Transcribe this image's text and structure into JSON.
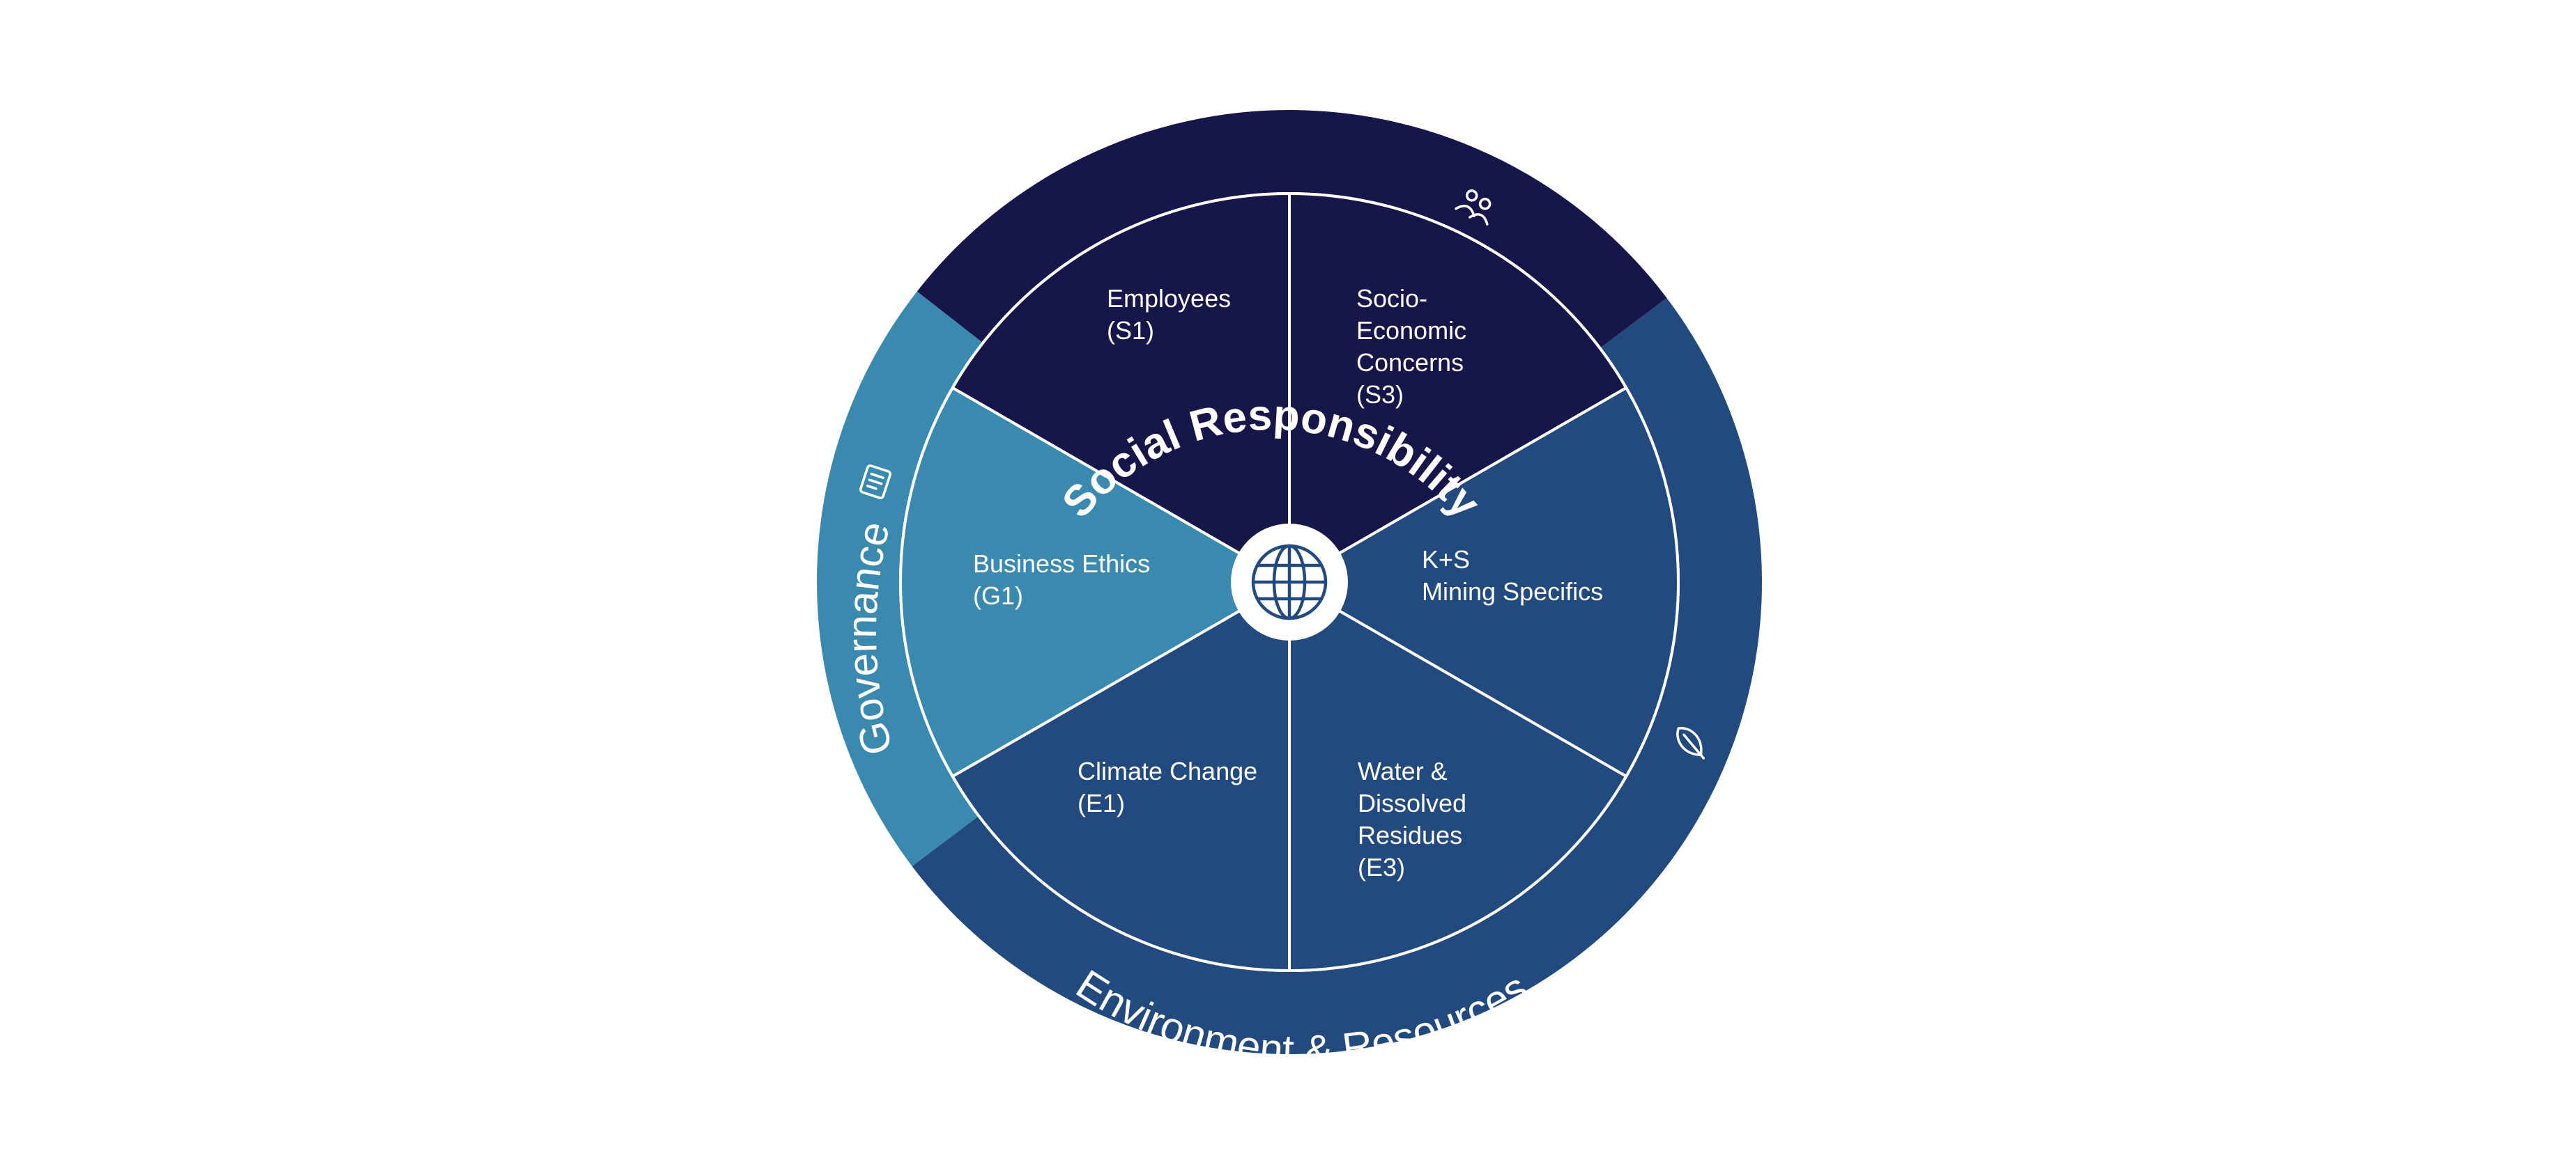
{
  "colors": {
    "social": "#16164a",
    "environment": "#234a7e",
    "governance": "#3a8ab0",
    "divider": "#ffffff",
    "background": "#ffffff"
  },
  "center_icon": "globe-icon",
  "rings": {
    "social": {
      "label": "Social Responsibility",
      "icon": "people-icon"
    },
    "environment": {
      "label": "Environment & Resources",
      "icon": "leaf-icon"
    },
    "governance": {
      "label": "Governance",
      "icon": "document-icon"
    }
  },
  "segments": [
    {
      "id": "employees",
      "group": "social",
      "lines": [
        "Employees",
        "(S1)"
      ]
    },
    {
      "id": "socio-economic",
      "group": "social",
      "lines": [
        "Socio-",
        "Economic",
        "Concerns",
        "(S3)"
      ]
    },
    {
      "id": "mining-specifics",
      "group": "environment",
      "lines": [
        "K+S",
        "Mining Specifics"
      ]
    },
    {
      "id": "water",
      "group": "environment",
      "lines": [
        "Water &",
        "Dissolved",
        "Residues",
        "(E3)"
      ]
    },
    {
      "id": "climate",
      "group": "environment",
      "lines": [
        "Climate Change",
        "(E1)"
      ]
    },
    {
      "id": "business-ethics",
      "group": "governance",
      "lines": [
        "Business Ethics",
        "(G1)"
      ]
    }
  ]
}
